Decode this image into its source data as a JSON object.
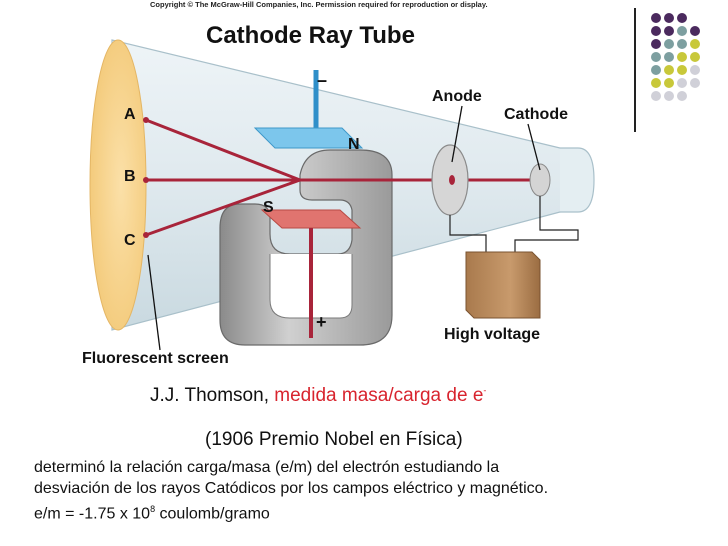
{
  "copyright": "Copyright © The McGraw-Hill Companies, Inc. Permission required for reproduction or display.",
  "diagram": {
    "title": "Cathode Ray Tube",
    "labels": {
      "minus": "–",
      "plus": "+",
      "anode": "Anode",
      "cathode": "Cathode",
      "north": "N",
      "south": "S",
      "point_a": "A",
      "point_b": "B",
      "point_c": "C",
      "high_voltage": "High voltage",
      "fluorescent_screen": "Fluorescent screen"
    }
  },
  "caption": {
    "line1_prefix": "J.J. Thomson, ",
    "line1_highlight": "medida masa/carga de e",
    "line1_sup": "-",
    "line2": "(1906 Premio Nobel en Física)"
  },
  "body": {
    "line1": "determinó la relación carga/masa (e/m) del electrón estudiando la",
    "line2": "desviación de los rayos Catódicos por los campos eléctrico y magnético.",
    "line3_prefix": "e/m = -1.75 x 10",
    "line3_sup": "8",
    "line3_suffix": " coulomb/gramo"
  },
  "colors": {
    "accent_red": "#d8242e",
    "dot_purple": "#4b2a5e",
    "dot_teal": "#7d9fa0",
    "dot_yellow": "#c8c83a",
    "dot_gray": "#d0d0d8"
  }
}
